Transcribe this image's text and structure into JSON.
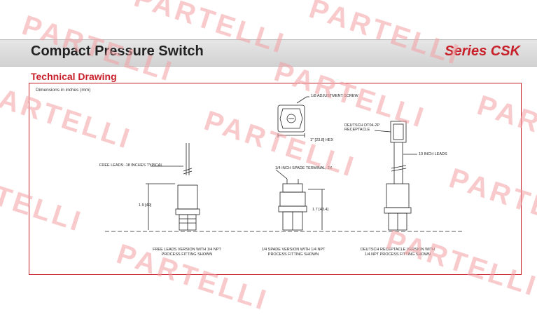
{
  "document": {
    "title": "Compact Pressure Switch",
    "series": "Series CSK",
    "section_heading": "Technical Drawing",
    "dimensions_note": "Dimensions in inches (mm)"
  },
  "drawing": {
    "callouts": {
      "adjustment_screw": "1/8 ADJUSTMENT SCREW",
      "hex": "1\" [23.8] HEX",
      "free_leads": "FREE LEADS -18 INCHES TYPICAL",
      "spade_terminal": "1/4 INCH SPADE TERMINAL, 2X",
      "deutsch": "DEUTSCH DT04-2P RECEPTACLE",
      "ten_inch_leads": "10 INCH LEADS",
      "dim_left": "1.9 [49]",
      "dim_mid": "1.7 [43.4]"
    },
    "captions": {
      "free_leads": "FREE LEADS VERSION WITH 1/4 NPT PROCESS FITTING SHOWN",
      "spade": "1/4 SPADE VERSION WITH 1/4 NPT PROCESS FITTING SHOWN",
      "deutsch": "DEUTSCH RECEPTACLE VERSION WITH 1/4 NPT PROCESS FITTING SHOWN"
    }
  },
  "watermark": {
    "text": "PARTELLI",
    "color": "#f3a0a4"
  },
  "colors": {
    "accent": "#c8202a",
    "title_bar": "#dcdcdc"
  }
}
